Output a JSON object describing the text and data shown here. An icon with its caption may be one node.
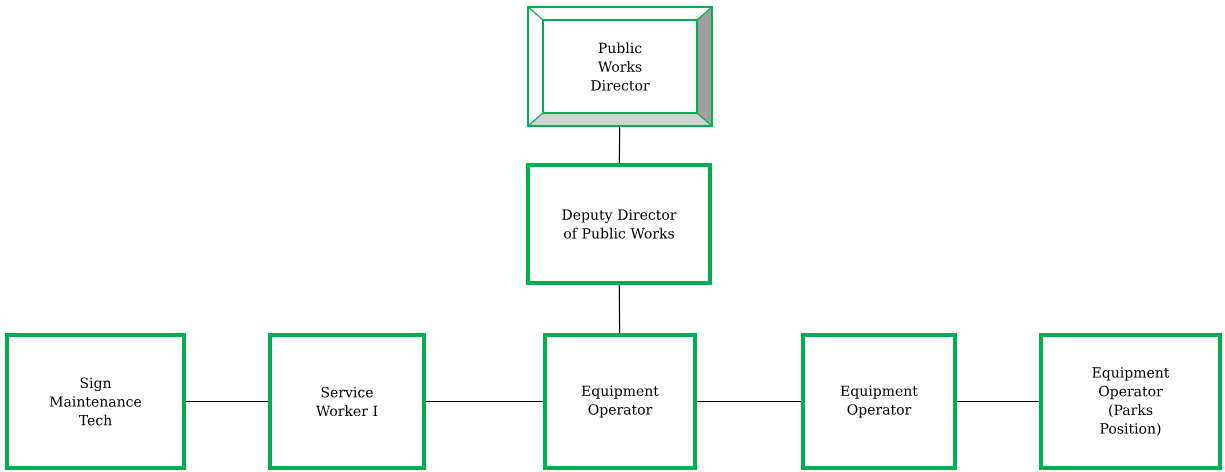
{
  "diagram": {
    "nodes": [
      {
        "text": [
          "Public Works Director"
        ]
      },
      {
        "text": [
          "Deputy Director of Public Works"
        ]
      },
      {
        "text": [
          "Sign Maintenance Tech"
        ]
      },
      {
        "text": [
          "Service Worker I"
        ]
      },
      {
        "text": [
          "Equipment Operator"
        ]
      },
      {
        "text": [
          "Equipment Operator"
        ]
      },
      {
        "text": [
          "Equipment Operator (Parks Position)"
        ]
      }
    ],
    "edges": [
      {
        "from": 0,
        "to": 1,
        "arrow": "none"
      },
      {
        "from": 1,
        "to": 4,
        "arrow": "none"
      },
      {
        "from": 2,
        "to": 3,
        "arrow": "none"
      },
      {
        "from": 3,
        "to": 4,
        "arrow": "none"
      },
      {
        "from": 4,
        "to": 5,
        "arrow": "none"
      },
      {
        "from": 5,
        "to": 6,
        "arrow": "none"
      }
    ]
  }
}
